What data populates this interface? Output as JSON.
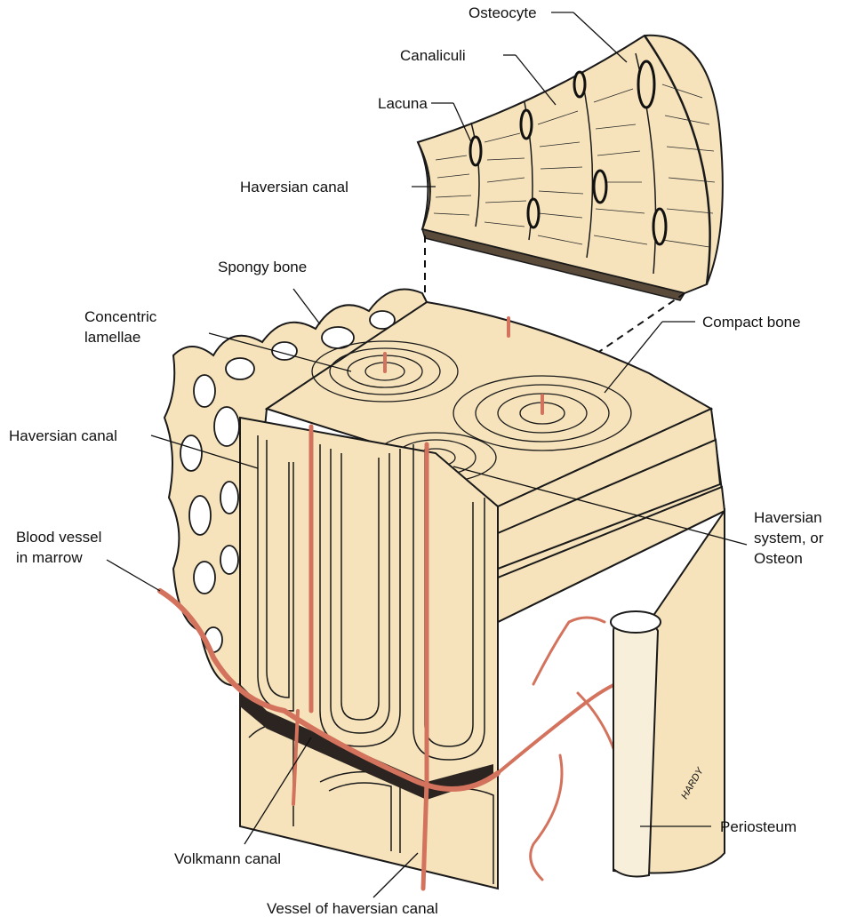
{
  "labels": {
    "osteocyte": "Osteocyte",
    "canaliculi": "Canaliculi",
    "lacuna": "Lacuna",
    "haversian_canal_top": "Haversian canal",
    "spongy_bone": "Spongy bone",
    "concentric_1": "Concentric",
    "concentric_2": "lamellae",
    "compact_bone": "Compact bone",
    "haversian_canal_left": "Haversian canal",
    "blood_vessel_1": "Blood vessel",
    "blood_vessel_2": "in marrow",
    "osteon_1": "Haversian",
    "osteon_2": "system, or",
    "osteon_3": "Osteon",
    "periosteum": "Periosteum",
    "volkmann": "Volkmann canal",
    "vessel_haversian": "Vessel of haversian canal"
  },
  "signature": "HARDY",
  "colors": {
    "bone_fill": "#f6e3bb",
    "vessel": "#d4735d",
    "ink": "#1a1a1a",
    "marrow_shadow": "#2b2420"
  }
}
